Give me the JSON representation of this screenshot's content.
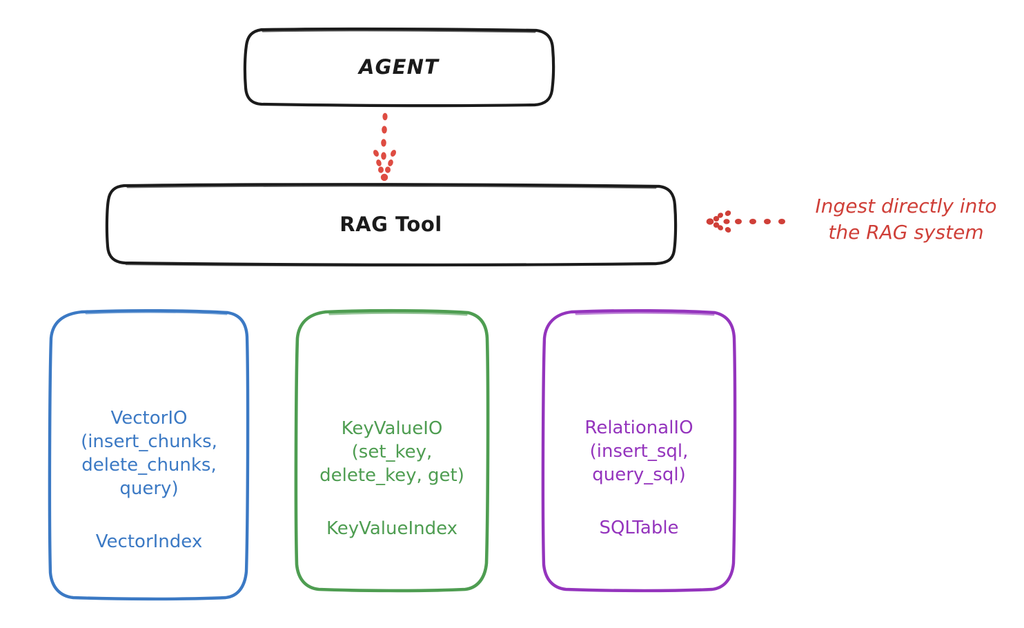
{
  "diagram": {
    "title_nodes": {
      "agent": {
        "label": "AGENT"
      },
      "rag_tool": {
        "label": "RAG Tool"
      }
    },
    "leaf_nodes": [
      {
        "id": "vector-io",
        "primary": "VectorIO\n(insert_chunks,\ndelete_chunks,\nquery)",
        "secondary": "VectorIndex",
        "color": "#3b79c4"
      },
      {
        "id": "key-value-io",
        "primary": "KeyValueIO\n(set_key,\ndelete_key, get)",
        "secondary": "KeyValueIndex",
        "color": "#4e9d51"
      },
      {
        "id": "relational-io",
        "primary": "RelationalIO\n(insert_sql,\nquery_sql)",
        "secondary": "SQLTable",
        "color": "#9434bd"
      }
    ],
    "annotation": {
      "text": "Ingest directly into\nthe RAG system",
      "color": "#cf3f38"
    },
    "connectors": [
      {
        "id": "agent-to-rag",
        "style": "dotted-arrow",
        "direction": "down",
        "color": "#de4c42"
      },
      {
        "id": "annotation-to-rag",
        "style": "dotted-arrow",
        "direction": "left",
        "color": "#cf3f38"
      }
    ],
    "stroke_colors": {
      "black": "#1b1b1b",
      "blue": "#3b79c4",
      "green": "#4e9d51",
      "purple": "#9434bd",
      "red": "#de4c42"
    }
  }
}
